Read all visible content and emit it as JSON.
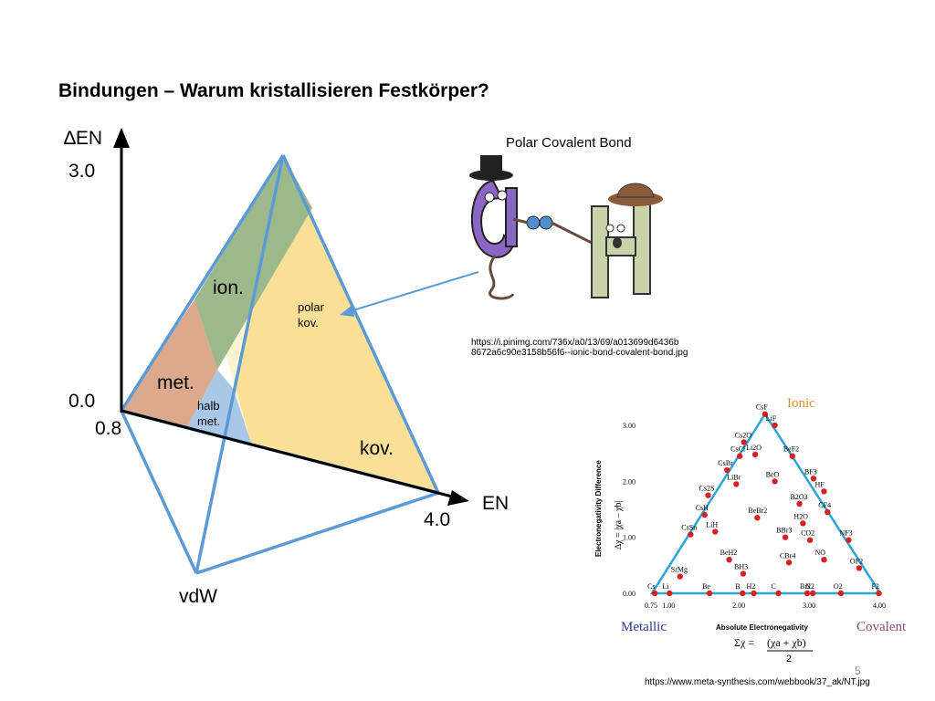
{
  "slide": {
    "title": "Bindungen – Warum kristallisieren Festkörper?",
    "page_number": "5"
  },
  "diagram": {
    "y_axis_label": "∆EN",
    "x_axis_label": "EN",
    "tick_y_top": "3.0",
    "tick_y_zero": "0.0",
    "tick_x_start": "0.8",
    "tick_x_end": "4.0",
    "region_ionic": "ion.",
    "region_metallic": "met.",
    "region_semimetal_line1": "halb",
    "region_semimetal_line2": "met.",
    "region_polar_line1": "polar",
    "region_polar_line2": "kov.",
    "region_covalent": "kov.",
    "vertex_vdw": "vdW",
    "colors": {
      "ionic": "#9db98c",
      "metallic": "#dba98c",
      "semimetal": "#a9c7e7",
      "covalent": "#f9dd8c",
      "outline": "#5b9bd5"
    }
  },
  "cartoon": {
    "heading": "Polar Covalent Bond",
    "source_url_line1": "https://i.pinimg.com/736x/a0/13/69/a013699d6436b",
    "source_url_line2": "8672a6c90e3158b56f6--ionic-bond-covalent-bond.jpg"
  },
  "ketelaar": {
    "corner_ionic": "Ionic",
    "corner_metallic": "Metallic",
    "corner_covalent": "Covalent",
    "y_axis_title": "Electronegativity Difference",
    "x_axis_title": "Absolute Electronegativity",
    "y_formula": "∆χ = |χa – χb|",
    "x_formula_sum": "Σχ =",
    "x_formula_num": "(χa + χb)",
    "x_formula_den": "2",
    "y_ticks": [
      "3.00",
      "2.00",
      "1.00",
      "0.00"
    ],
    "x_ticks": [
      "0.75",
      "1.00",
      "2.00",
      "3.00",
      "4.00"
    ],
    "compounds": [
      {
        "label": "CsF",
        "x": 2.36,
        "y": 3.2
      },
      {
        "label": "LiF",
        "x": 2.5,
        "y": 3.0
      },
      {
        "label": "Cs2O",
        "x": 2.06,
        "y": 2.7
      },
      {
        "label": "CsCl",
        "x": 2.0,
        "y": 2.45
      },
      {
        "label": "Li2O",
        "x": 2.22,
        "y": 2.48
      },
      {
        "label": "BeF2",
        "x": 2.75,
        "y": 2.45
      },
      {
        "label": "CsBr",
        "x": 1.82,
        "y": 2.2
      },
      {
        "label": "BeO",
        "x": 2.5,
        "y": 2.0
      },
      {
        "label": "BF3",
        "x": 3.05,
        "y": 2.05
      },
      {
        "label": "Cs2S",
        "x": 1.55,
        "y": 1.75
      },
      {
        "label": "LiBr",
        "x": 1.95,
        "y": 1.95
      },
      {
        "label": "HF",
        "x": 3.2,
        "y": 1.82
      },
      {
        "label": "B2O3",
        "x": 2.85,
        "y": 1.6
      },
      {
        "label": "CF4",
        "x": 3.25,
        "y": 1.45
      },
      {
        "label": "CsH",
        "x": 1.5,
        "y": 1.4
      },
      {
        "label": "BeBr2",
        "x": 2.25,
        "y": 1.35
      },
      {
        "label": "LiH",
        "x": 1.65,
        "y": 1.1
      },
      {
        "label": "H2O",
        "x": 2.9,
        "y": 1.25
      },
      {
        "label": "CsSn",
        "x": 1.3,
        "y": 1.05
      },
      {
        "label": "BBr3",
        "x": 2.65,
        "y": 1.0
      },
      {
        "label": "CO2",
        "x": 3.0,
        "y": 0.95
      },
      {
        "label": "NF3",
        "x": 3.55,
        "y": 0.95
      },
      {
        "label": "BeH2",
        "x": 1.85,
        "y": 0.6
      },
      {
        "label": "NO",
        "x": 3.2,
        "y": 0.6
      },
      {
        "label": "OF2",
        "x": 3.7,
        "y": 0.45
      },
      {
        "label": "SrMg",
        "x": 1.15,
        "y": 0.3
      },
      {
        "label": "BH3",
        "x": 2.05,
        "y": 0.35
      },
      {
        "label": "CBr4",
        "x": 2.7,
        "y": 0.55
      },
      {
        "label": "Cs",
        "x": 0.79,
        "y": 0.0
      },
      {
        "label": "Li",
        "x": 1.0,
        "y": 0.0
      },
      {
        "label": "Be",
        "x": 1.57,
        "y": 0.0
      },
      {
        "label": "B",
        "x": 2.04,
        "y": 0.0
      },
      {
        "label": "H2",
        "x": 2.2,
        "y": 0.0
      },
      {
        "label": "C",
        "x": 2.55,
        "y": 0.0
      },
      {
        "label": "Br2",
        "x": 2.96,
        "y": 0.0
      },
      {
        "label": "N2",
        "x": 3.04,
        "y": 0.0
      },
      {
        "label": "O2",
        "x": 3.44,
        "y": 0.0
      },
      {
        "label": "F2",
        "x": 3.98,
        "y": 0.0
      }
    ],
    "source_url": "https://www.meta-synthesis.com/webbook/37_ak/NT.jpg"
  }
}
